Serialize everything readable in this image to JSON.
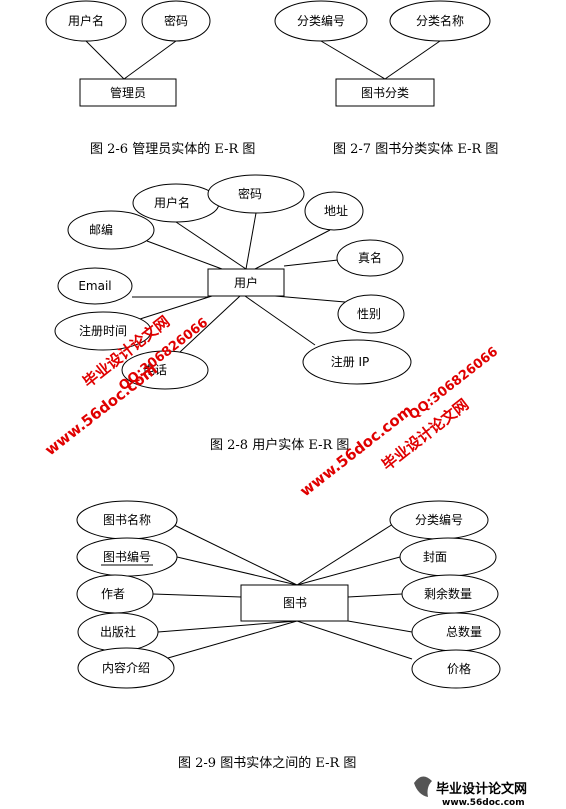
{
  "figures": {
    "admin": {
      "caption": "图 2-6   管理员实体的 E-R 图",
      "entity": "管理员",
      "attributes": [
        "用户名",
        "密码"
      ]
    },
    "category": {
      "caption": "图 2-7 图书分类实体 E-R 图",
      "entity": "图书分类",
      "attributes": [
        "分类编号",
        "分类名称"
      ]
    },
    "user": {
      "caption": "图 2-8 用户实体 E-R 图",
      "entity": "用户",
      "attributes": [
        "用户名",
        "密码",
        "地址",
        "邮编",
        "真名",
        "Email",
        "性别",
        "注册时间",
        "注册 IP",
        "电话"
      ]
    },
    "book": {
      "caption": "图 2-9 图书实体之间的 E-R 图",
      "entity": "图书",
      "attributes": [
        "图书名称",
        "图书编号",
        "作者",
        "出版社",
        "内容介绍",
        "分类编号",
        "封面",
        "剩余数量",
        "总数量",
        "价格"
      ],
      "key_attribute": "图书编号"
    }
  },
  "watermarks": {
    "site_name": "毕业设计论文网",
    "url": "www.56doc.com",
    "qq": "QQ:306826066",
    "footer_logo_name": "毕业设计论文网",
    "footer_logo_url": "www.56doc.com"
  },
  "colors": {
    "line": "#000000",
    "watermark": "#e00000",
    "footer_logo": "#444444"
  }
}
